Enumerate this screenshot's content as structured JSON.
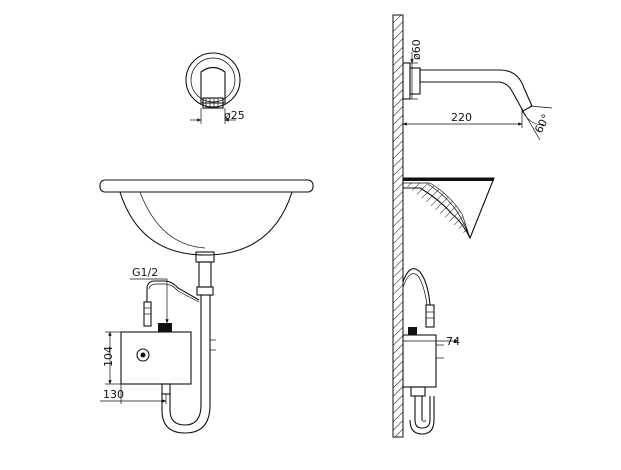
{
  "dimensions": {
    "spout_diameter": "ø25",
    "wall_plate_diameter": "ø60",
    "spout_length": "220",
    "spout_angle": "60°",
    "inlet_thread": "G1/2",
    "box_height": "104",
    "box_width": "130",
    "box_depth": "74"
  }
}
